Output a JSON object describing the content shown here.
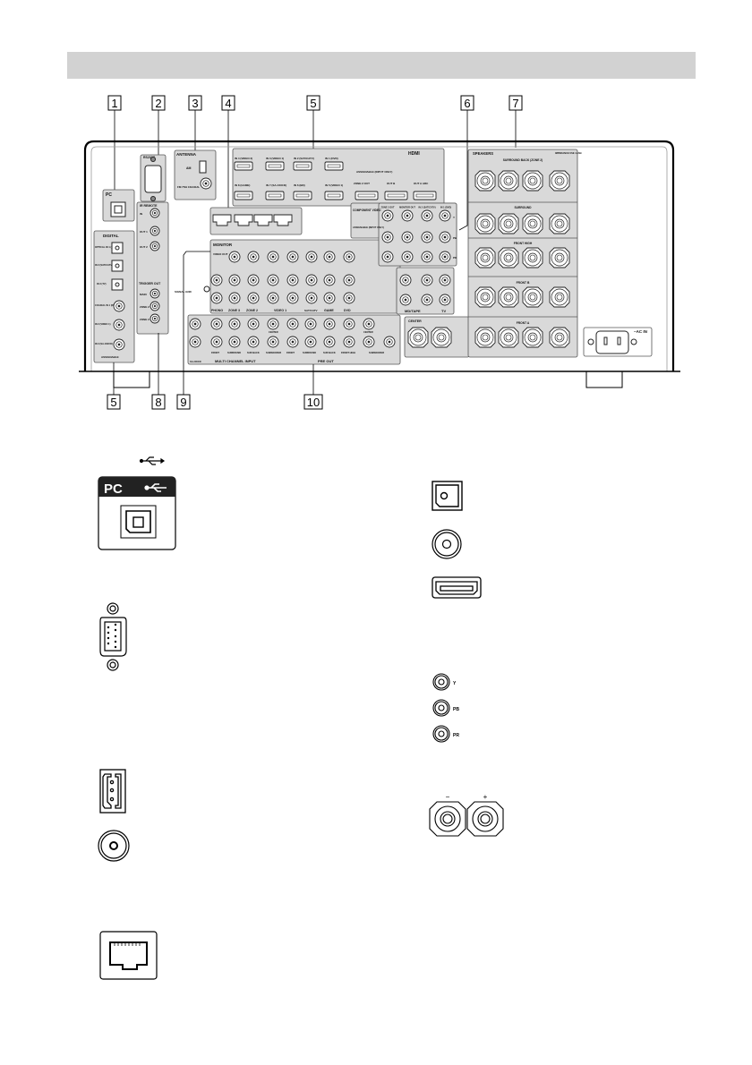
{
  "callouts": {
    "top": [
      "1",
      "2",
      "3",
      "4",
      "5",
      "6",
      "7"
    ],
    "bottom": [
      "5",
      "8",
      "9",
      "10"
    ]
  },
  "panel": {
    "pc": "PC",
    "rs232c": "RS232C",
    "antenna": {
      "title": "ANTENNA",
      "am": "AM",
      "fm": "FM 75Ω COAXIAL"
    },
    "hdmi": {
      "title": "HDMI",
      "inputs_top": [
        "IN 4 (VIDEO 2)",
        "IN 3 (VIDEO 1)",
        "IN 2 (SAT/CATV)",
        "IN 1 (DVD)"
      ],
      "inputs_bottom": [
        "IN 8 (GAME)",
        "IN 7 (SA-CD/CD)",
        "IN 6 (BD)",
        "IN 5 (VIDEO 1)"
      ],
      "assignable": "ASSIGNABLE (INPUT ONLY)",
      "outputs": [
        "ZONE 2 OUT",
        "OUT B",
        "OUT A ARC"
      ]
    },
    "ir_remote": {
      "title": "IR REMOTE",
      "items": [
        "IN",
        "OUT 1",
        "OUT 2"
      ]
    },
    "trigger_out": {
      "title": "TRIGGER OUT",
      "items": [
        "MAIN",
        "ZONE 2",
        "ZONE 3"
      ]
    },
    "digital": {
      "title": "DIGITAL",
      "items": [
        "OPTICAL IN 1 (GAME)",
        "IN 2 (SAT/CATV)",
        "IN 3 (TV)",
        "COAXIAL IN 1 (DVD)",
        "IN 2 (VIDEO 1)",
        "IN 3 (SA-CD/CD)"
      ],
      "footer": "ASSIGNABLE"
    },
    "monitor": {
      "title": "MONITOR",
      "video_out": "VIDEO OUT"
    },
    "signal_gnd": "SIGNAL GND",
    "groups": [
      "PHONO",
      "ZONE 3",
      "ZONE 2",
      "VIDEO 1",
      "SAT/CATV",
      "GAME",
      "DVD"
    ],
    "multi_channel_input": {
      "title": "MULTI CHANNEL INPUT",
      "items": [
        "SA-CD/CD",
        "FRONT",
        "SURROUND",
        "SUR BACK",
        "SUBWOOFER",
        "CENTER"
      ]
    },
    "pre_out": {
      "title": "PRE OUT",
      "items": [
        "FRONT",
        "SURROUND",
        "SUR BACK",
        "FRONT HIGH",
        "CENTER",
        "SUBWOOFER"
      ]
    },
    "component_video": {
      "title": "COMPONENT VIDEO",
      "assignable": "ASSIGNABLE (INPUT ONLY)",
      "cols": [
        "ZONE 2 OUT",
        "MONITOR OUT",
        "IN 2 (SAT/CATV)",
        "IN 1 (DVD)"
      ],
      "rows": [
        "Y",
        "PB",
        "PR"
      ]
    },
    "md_tape": "MD/TAPE",
    "tv": "TV",
    "speakers": {
      "title": "SPEAKERS",
      "impedance": "IMPEDANCE USE 4-16Ω",
      "groups": [
        "SURROUND BACK (ZONE 2)",
        "SURROUND",
        "FRONT HIGH",
        "FRONT B",
        "FRONT A"
      ],
      "center": "CENTER"
    },
    "ac_in": "~AC IN"
  },
  "legend_icons": {
    "pc_label": "PC",
    "component_labels": [
      "Y",
      "PB",
      "PR"
    ],
    "speaker_signs": [
      "−",
      "+"
    ]
  }
}
